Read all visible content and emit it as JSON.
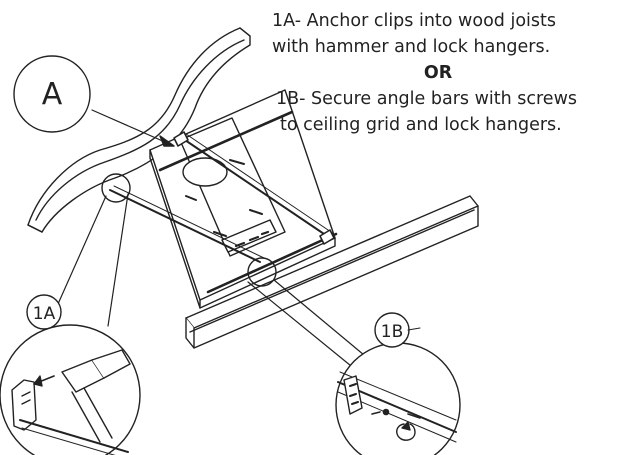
{
  "instructions": {
    "line_1a_a": "1A- Anchor clips into wood joists",
    "line_1a_b": "with hammer and lock hangers.",
    "or": "OR",
    "line_1b_a": "1B- Secure angle bars with screws",
    "line_1b_b": "to ceiling grid and lock hangers."
  },
  "callouts": {
    "main": "A",
    "detail_1a": "1A",
    "detail_1b": "1B"
  }
}
